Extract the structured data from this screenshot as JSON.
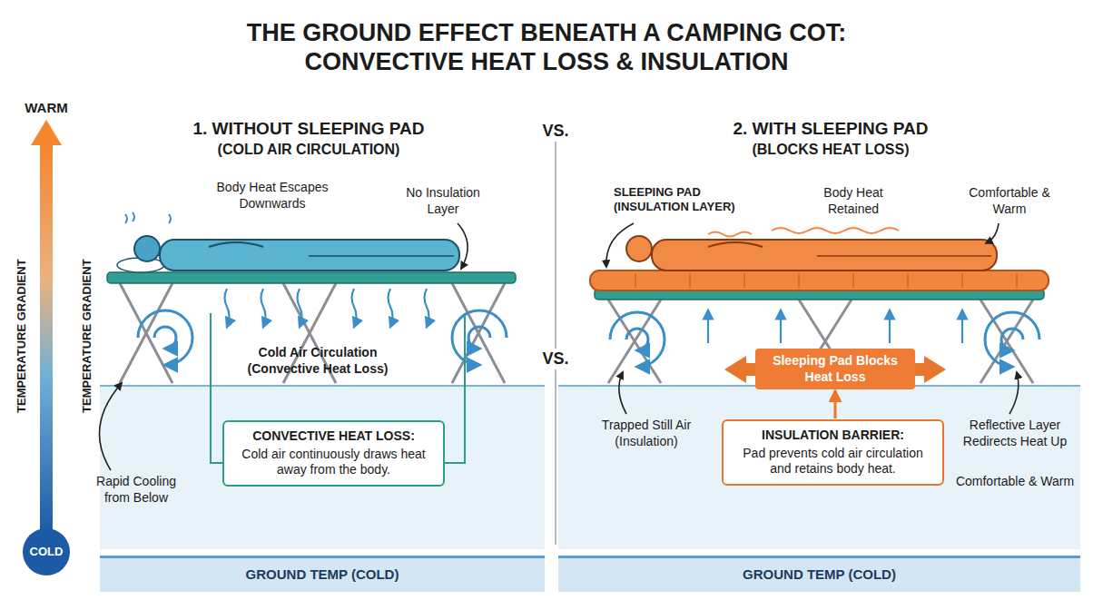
{
  "diagram": {
    "title": "THE GROUND EFFECT BENEATH A CAMPING COT: CONVECTIVE HEAT LOSS & INSULATION",
    "nodes": [
      {
        "text": [
          "COLD"
        ]
      },
      {
        "text": [
          "CONVECTIVE HEAT LOSS:",
          "Cold air continuously draws heat away from the body."
        ]
      },
      {
        "text": [
          "GROUND TEMP (COLD)"
        ]
      },
      {
        "text": [
          "Sleeping Pad Blocks Heat Loss"
        ]
      },
      {
        "text": [
          "INSULATION BARRIER:",
          "Pad prevents cold air circulation and retains body heat."
        ]
      },
      {
        "text": [
          "GROUND TEMP (COLD)"
        ]
      }
    ],
    "edges": [
      {
        "from": 4,
        "to": 3,
        "arrow": "to"
      }
    ],
    "labels": [
      "WARM",
      "TEMPERATURE GRADIENT",
      "TEMPERATURE GRADIENT",
      "1. WITHOUT SLEEPING PAD",
      "(COLD AIR CIRCULATION)",
      "VS.",
      "2. WITH SLEEPING PAD",
      "(BLOCKS HEAT LOSS)",
      "VS.",
      "Body Heat Escapes Downwards",
      "No Insulation Layer",
      "Cold Air Circulation (Convective Heat Loss)",
      "Rapid Cooling from Below",
      "SLEEPING PAD (INSULATION LAYER)",
      "Body Heat Retained",
      "Comfortable & Warm",
      "Trapped Still Air (Insulation)",
      "Reflective Layer Redirects Heat Up",
      "Comfortable & Warm"
    ]
  }
}
